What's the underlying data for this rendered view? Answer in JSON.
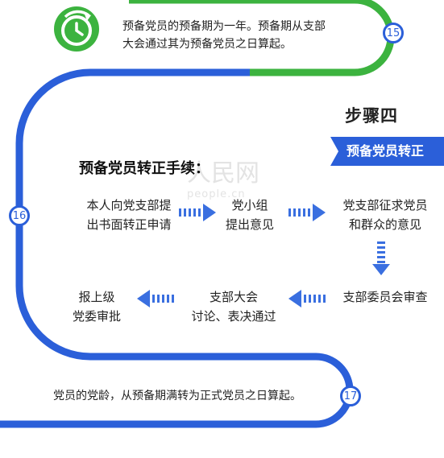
{
  "step15": {
    "number": "15",
    "text_line1": "预备党员的预备期为一年。预备期从支部",
    "text_line2": "大会通过其为预备党员之日算起。"
  },
  "step_header": {
    "title": "步骤四",
    "ribbon": "预备党员转正"
  },
  "procedure": {
    "title": "预备党员转正手续：",
    "nodes": [
      {
        "line1": "本人向党支部提",
        "line2": "出书面转正申请"
      },
      {
        "line1": "党小组",
        "line2": "提出意见"
      },
      {
        "line1": "党支部征求党员",
        "line2": "和群众的意见"
      },
      {
        "line1": "支部委员会审查",
        "line2": ""
      },
      {
        "line1": "支部大会",
        "line2": "讨论、表决通过"
      },
      {
        "line1": "报上级",
        "line2": "党委审批"
      }
    ]
  },
  "step16": {
    "number": "16"
  },
  "step17": {
    "number": "17",
    "text": "党员的党龄，从预备期满转为正式党员之日算起。"
  },
  "watermark": {
    "main": "人民网",
    "sub": "people.cn"
  },
  "colors": {
    "blue": "#2b5fd9",
    "green": "#3cb33f",
    "arrow_blue": "#3a6fe0"
  }
}
